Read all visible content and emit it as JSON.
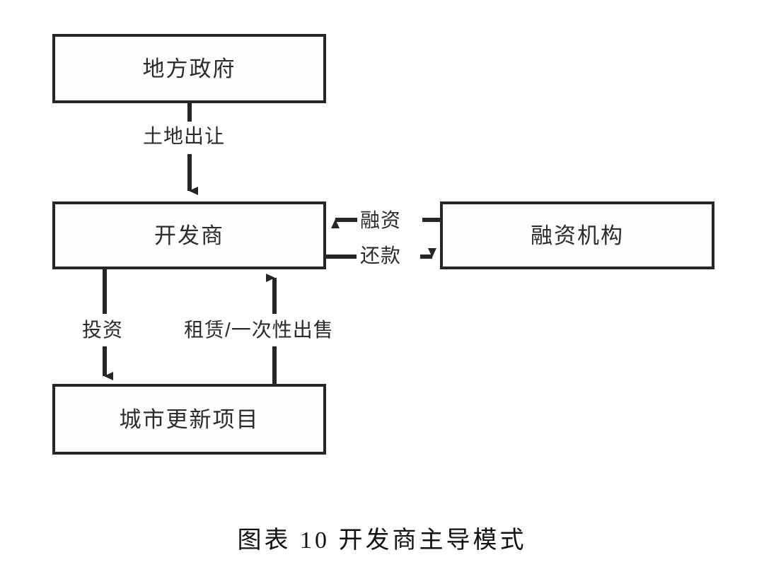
{
  "diagram": {
    "title": "开发商主导模式",
    "nodes": [
      {
        "id": "gov",
        "label": "地方政府"
      },
      {
        "id": "dev",
        "label": "开发商"
      },
      {
        "id": "finance",
        "label": "融资机构"
      },
      {
        "id": "project",
        "label": "城市更新项目"
      }
    ],
    "edges": [
      {
        "id": "land",
        "label": "土地出让",
        "from": "gov",
        "to": "dev",
        "direction": "down"
      },
      {
        "id": "invest",
        "label": "投资",
        "from": "dev",
        "to": "project",
        "direction": "down"
      },
      {
        "id": "lease",
        "label": "租赁/一次性出售",
        "from": "project",
        "to": "dev",
        "direction": "up"
      },
      {
        "id": "funding",
        "label": "融资",
        "from": "finance",
        "to": "dev",
        "direction": "left"
      },
      {
        "id": "repay",
        "label": "还款",
        "from": "dev",
        "to": "finance",
        "direction": "right"
      }
    ],
    "colors": {
      "stroke": "#262626",
      "text": "#2b2b2b",
      "background": "#ffffff"
    }
  },
  "caption": {
    "text": "图表 10 开发商主导模式"
  }
}
